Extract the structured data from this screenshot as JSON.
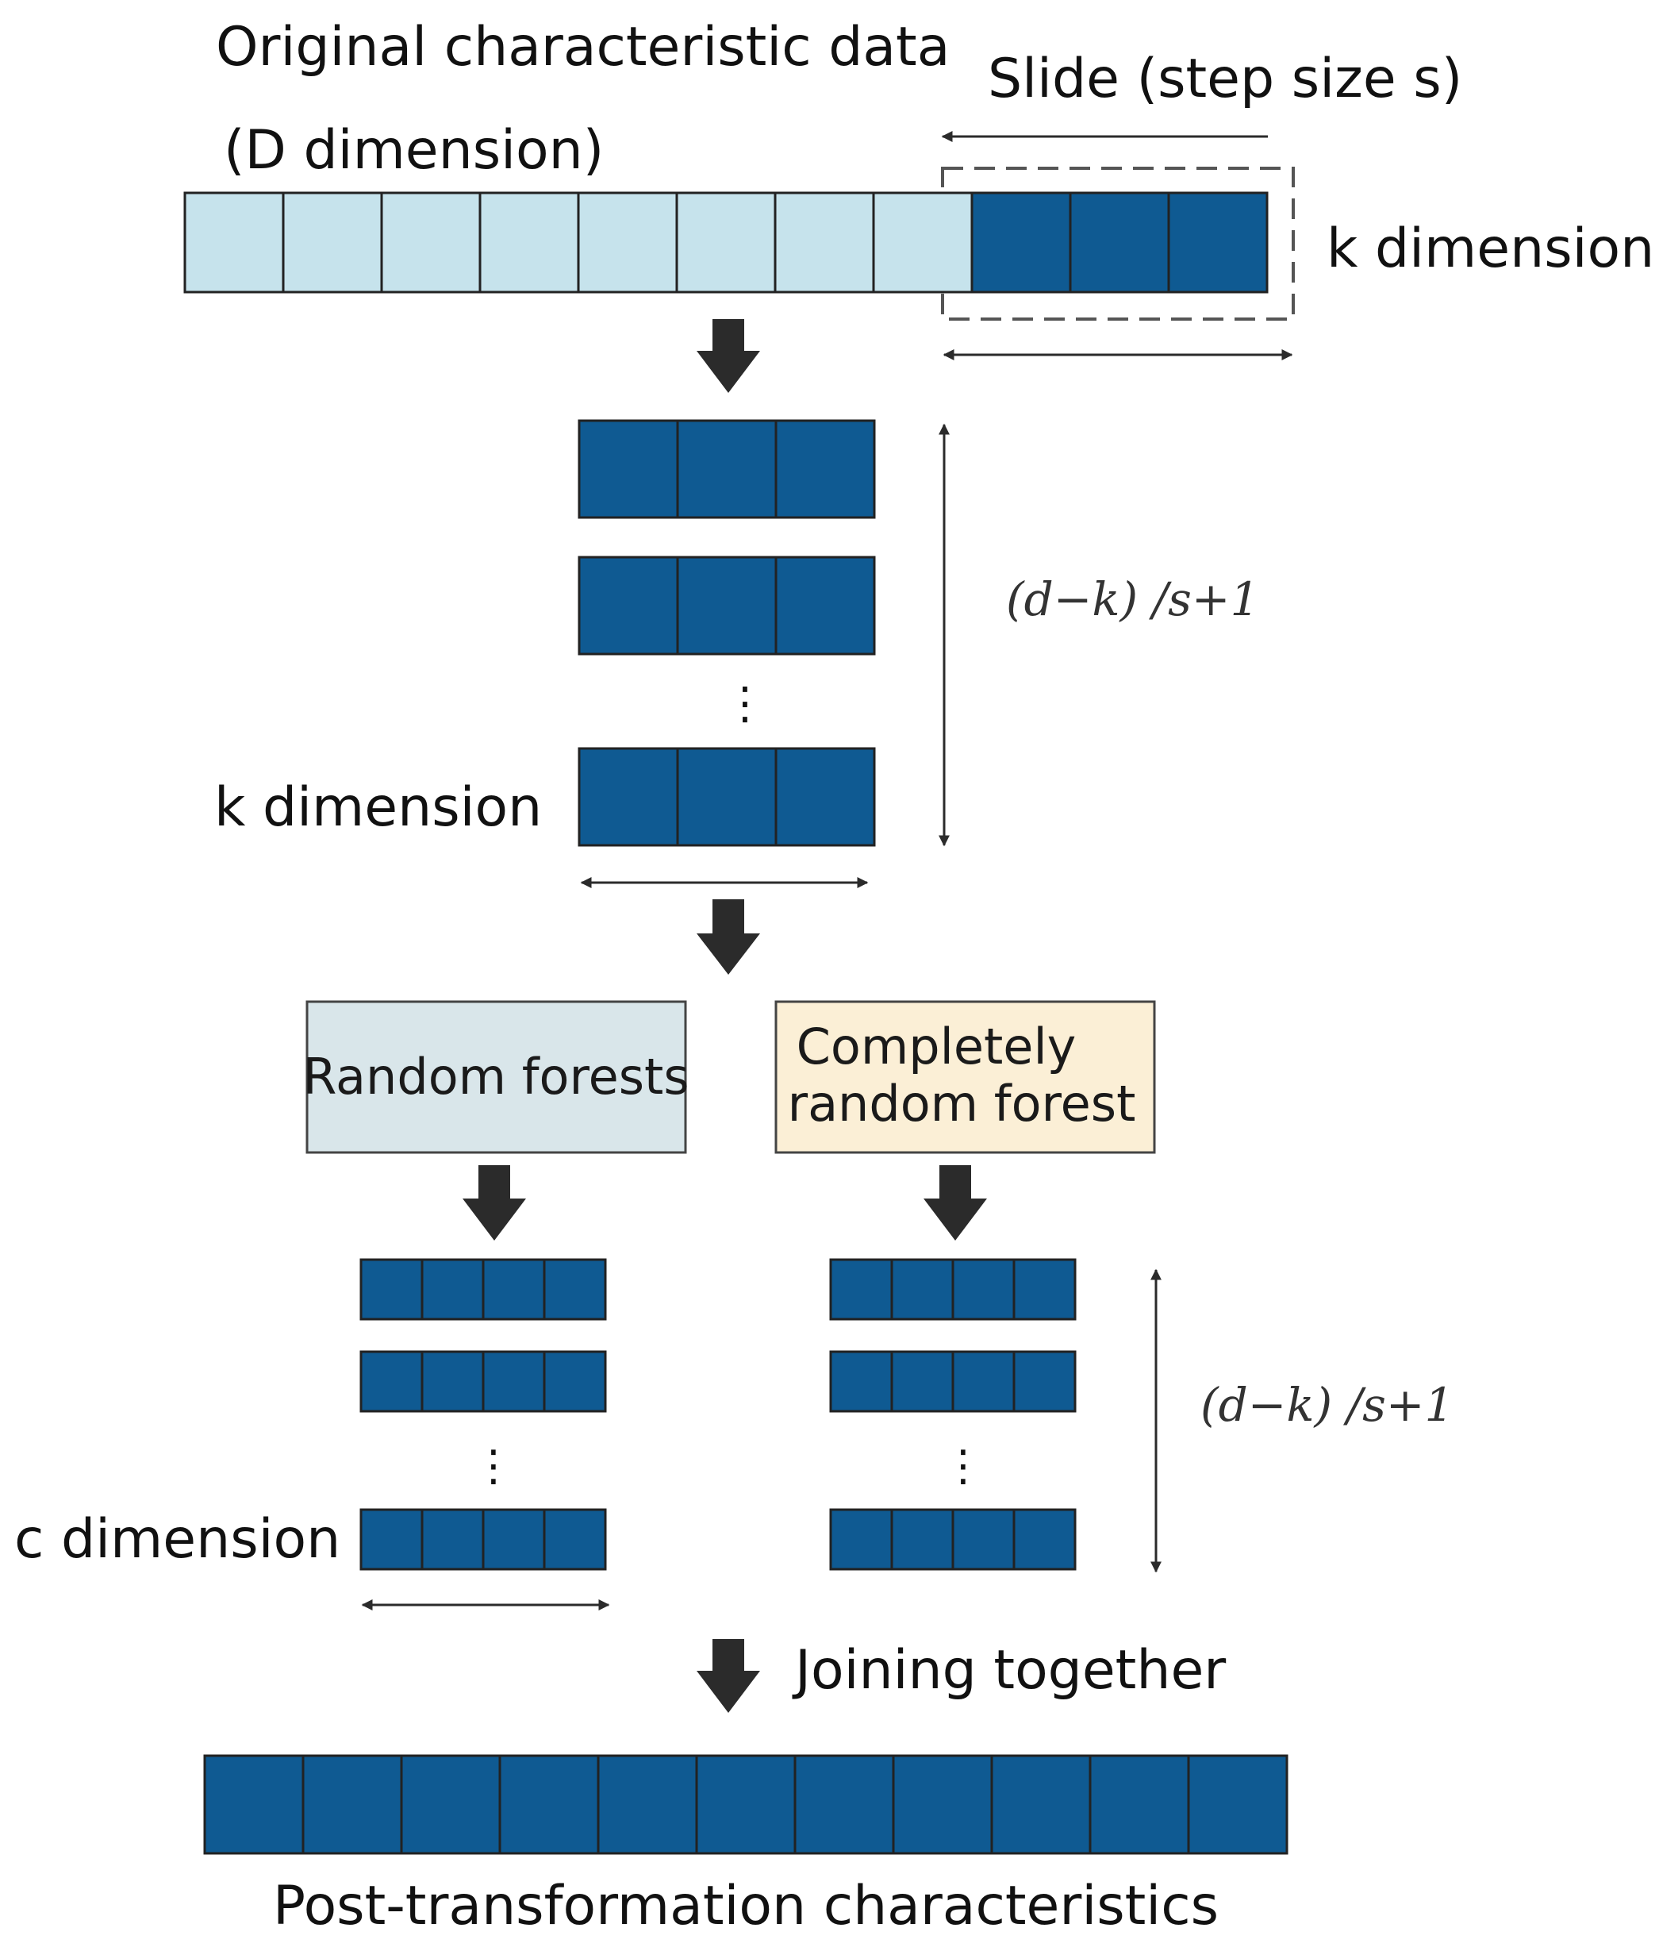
{
  "labels": {
    "original_line1": "Original characteristic data",
    "original_line2": "(D dimension)",
    "slide": "Slide (step size s)",
    "k_dimension_top": "k dimension",
    "formula_1": "(d−k) /s+1",
    "k_dimension_mid": "k dimension",
    "random_forests": "Random forests",
    "completely_line1": "Completely",
    "completely_line2": "random forest",
    "formula_2": "(d−k) /s+1",
    "c_dimension": "c dimension",
    "joining": "Joining together",
    "post": "Post-transformation characteristics"
  },
  "colors": {
    "dark_blue": "#0f5a92",
    "light_blue": "#c6e3ec",
    "cell_border": "#222222",
    "arrow": "#2b2b2b",
    "random_forest_fill": "#d9e6ea",
    "completely_random_fill": "#fbefd6"
  },
  "ellipsis": "⋮"
}
